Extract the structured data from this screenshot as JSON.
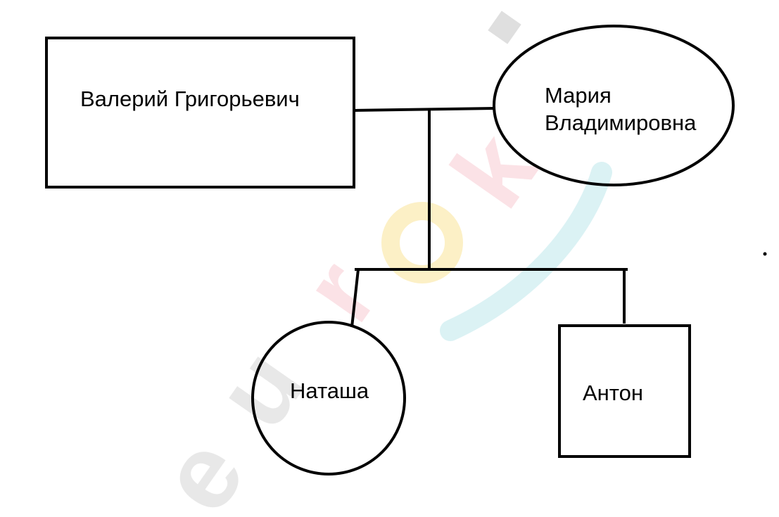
{
  "diagram": {
    "nodes": {
      "father": {
        "name": "Валерий Григорьевич",
        "shape": "rectangle"
      },
      "mother": {
        "name_line1": "Мария",
        "name_line2": "Владимировна",
        "shape": "ellipse"
      },
      "daughter": {
        "name": "Наташа",
        "shape": "circle"
      },
      "son": {
        "name": "Антон",
        "shape": "square"
      }
    },
    "relations": [
      {
        "type": "marriage",
        "between": [
          "father",
          "mother"
        ]
      },
      {
        "type": "child",
        "parents": [
          "father",
          "mother"
        ],
        "child": "daughter"
      },
      {
        "type": "child",
        "parents": [
          "father",
          "mother"
        ],
        "child": "son"
      }
    ]
  },
  "watermark": {
    "letters": [
      "e",
      "u",
      "r",
      "o",
      "k",
      "i"
    ],
    "colors": [
      "#b0b0b0",
      "#b0b0b0",
      "#f19aa8",
      "#f6cf4e",
      "#f19aa8",
      "#7fd0d8"
    ]
  }
}
